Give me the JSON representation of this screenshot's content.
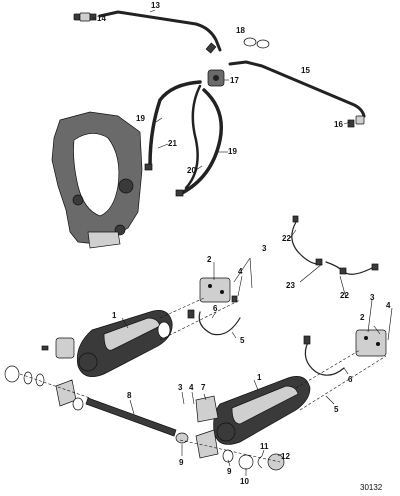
{
  "diagram": {
    "figure_number": "30132",
    "callouts": {
      "c1a": "1",
      "c1b": "1",
      "c2a": "2",
      "c2b": "2",
      "c3a": "3",
      "c3b": "3",
      "c3c": "3",
      "c4a": "4",
      "c4b": "4",
      "c4c": "4",
      "c5a": "5",
      "c5b": "5",
      "c6a": "6",
      "c6b": "6",
      "c7": "7",
      "c8": "8",
      "c9a": "9",
      "c9b": "9",
      "c10": "10",
      "c11": "11",
      "c12": "12",
      "c13": "13",
      "c14": "14",
      "c15": "15",
      "c16": "16",
      "c17": "17",
      "c18": "18",
      "c19a": "19",
      "c19b": "19",
      "c20": "20",
      "c21": "21",
      "c22a": "22",
      "c22b": "22",
      "c23": "23"
    }
  }
}
